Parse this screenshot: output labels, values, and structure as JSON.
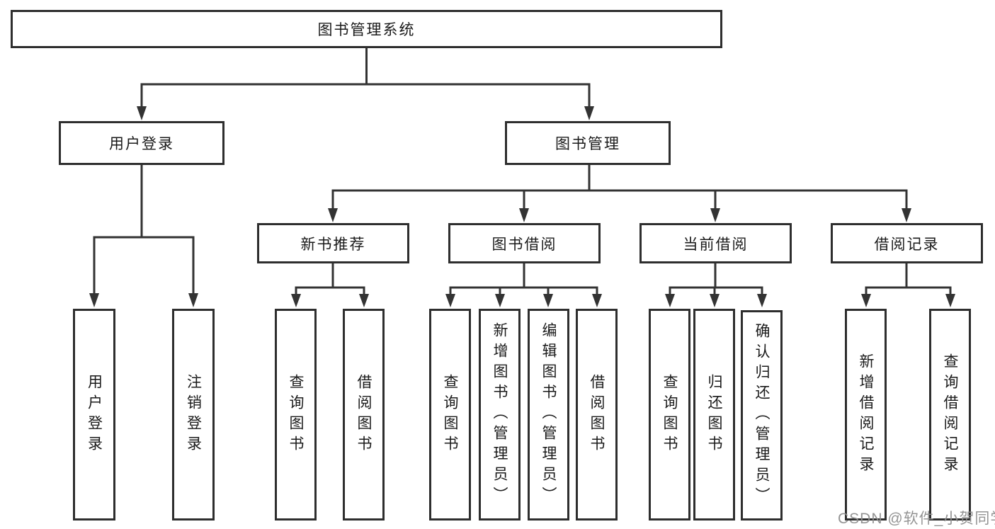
{
  "diagram": {
    "root": "图书管理系统",
    "level2": [
      "用户登录",
      "图书管理"
    ],
    "level3": [
      "新书推荐",
      "图书借阅",
      "当前借阅",
      "借阅记录"
    ],
    "leaves": [
      "用户登录",
      "注销登录",
      "查询图书",
      "借阅图书",
      "查询图书",
      "新增图书（管理员）",
      "编辑图书（管理员）",
      "借阅图书",
      "查询图书",
      "归还图书",
      "确认归还（管理员）",
      "新增借阅记录",
      "查询借阅记录"
    ]
  },
  "watermark": "CSDN @软件_小贺同学",
  "colors": {
    "line": "#333333",
    "box_border": "#2e2e2e",
    "text": "#1a1a1a",
    "watermark": "#8f8f8f",
    "background": "#ffffff"
  }
}
